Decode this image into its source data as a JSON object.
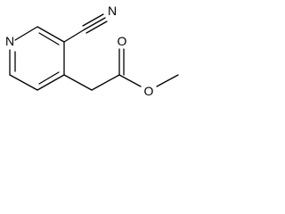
{
  "molecule": {
    "atoms": {
      "ring_nitrogen": "N",
      "nitrile_nitrogen": "N",
      "carbonyl_oxygen": "O",
      "ester_oxygen": "O"
    }
  }
}
